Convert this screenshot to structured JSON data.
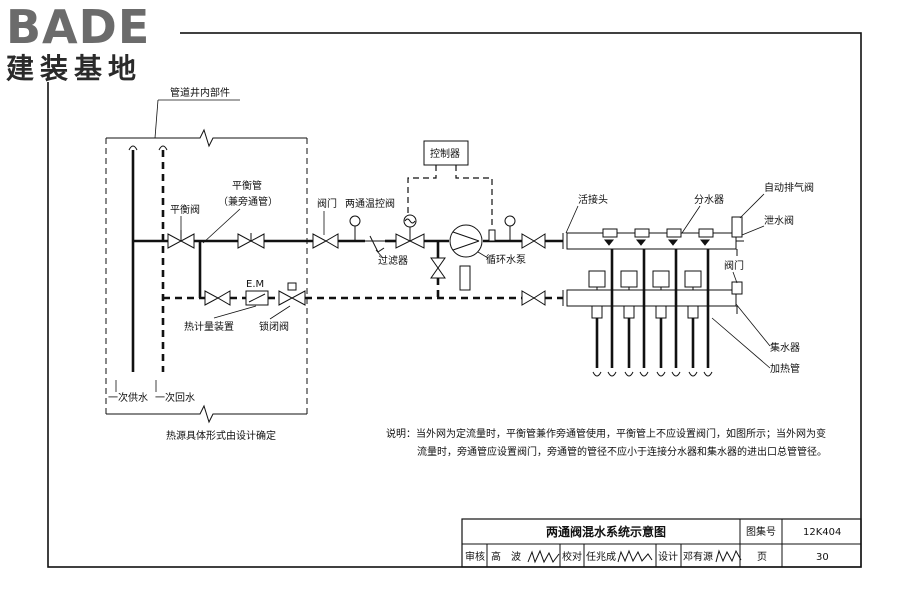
{
  "logo": {
    "word": "BADE",
    "subtitle": "建装基地"
  },
  "labels": {
    "shaft": "管道井内部件",
    "controller": "控制器",
    "balance_pipe": "平衡管",
    "bypass_note": "（兼旁通管）",
    "balance_valve": "平衡阀",
    "valve": "阀门",
    "two_way_valve": "两通温控阀",
    "strainer": "过滤器",
    "pump": "循环水泵",
    "union": "活接头",
    "supply_manifold": "分水器",
    "air_vent": "自动排气阀",
    "drain_valve": "泄水阀",
    "valve2": "阀门",
    "return_manifold": "集水器",
    "heating_pipe": "加热管",
    "heat_meter": "热计量装置",
    "em": "E.M",
    "lock_valve": "锁闭阀",
    "primary_supply": "一次供水",
    "primary_return": "一次回水",
    "heat_source": "热源具体形式由设计确定"
  },
  "note": {
    "line1": "说明：当外网为定流量时，平衡管兼作旁通管使用，平衡管上不应设置阀门，如图所示；当外网为变",
    "line2": "流量时，旁通管应设置阀门，旁通管的管径不应小于连接分水器和集水器的进出口总管管径。"
  },
  "title_block": {
    "title": "两通阀混水系统示意图",
    "atlas_label": "图集号",
    "atlas_no": "12K404",
    "review_label": "审核",
    "reviewer": "高　波",
    "check_label": "校对",
    "checker": "任兆成",
    "design_label": "设计",
    "designer": "邓有源",
    "page_label": "页",
    "page_no": "30"
  }
}
